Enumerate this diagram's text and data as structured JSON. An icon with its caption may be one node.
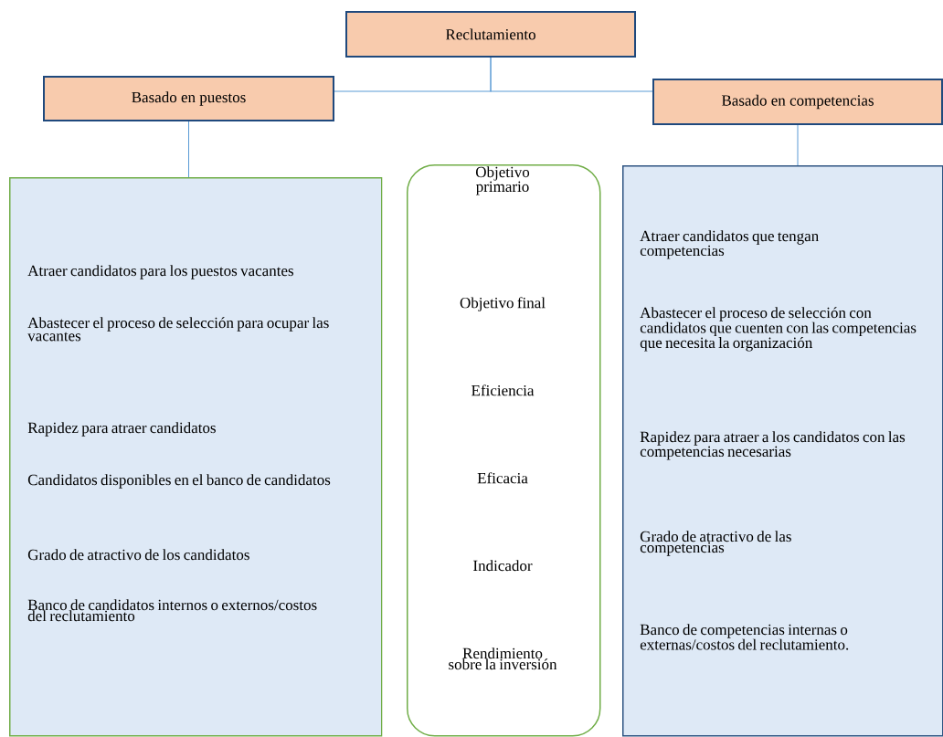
{
  "diagram": {
    "nodes": [
      {
        "text": [
          "Reclutamiento"
        ]
      },
      {
        "text": [
          "Basado en puestos"
        ]
      },
      {
        "text": [
          "Basado en competencias"
        ]
      },
      {
        "text": [
          "Atraer candidatos para los puestos vacantes",
          "Abastecer el proceso de selección para ocupar las vacantes",
          "Rapidez para atraer candidatos",
          "Candidatos disponibles en el banco de candidatos",
          "Grado de atractivo de los candidatos",
          "Banco de candidatos internos o externos/costos del reclutamiento"
        ]
      },
      {
        "text": [
          "Objetivo primario",
          "Objetivo final",
          "Eficiencia",
          "Eficacia",
          "Indicador",
          "Rendimiento sobre la inversión"
        ]
      },
      {
        "text": [
          "Atraer candidatos que tengan competencias",
          "Abastecer el proceso de selección con candidatos que cuenten con las competencias que necesita la organización",
          "Rapidez para atraer a los candidatos con las competencias necesarias",
          "Grado de atractivo de las competencias",
          "Banco de competencias internas o externas/costos del reclutamiento."
        ]
      }
    ],
    "edges": [
      {
        "from": 0,
        "to": 1,
        "arrow": "none"
      },
      {
        "from": 0,
        "to": 2,
        "arrow": "none"
      },
      {
        "from": 1,
        "to": 3,
        "arrow": "none"
      },
      {
        "from": 2,
        "to": 5,
        "arrow": "none"
      }
    ]
  }
}
